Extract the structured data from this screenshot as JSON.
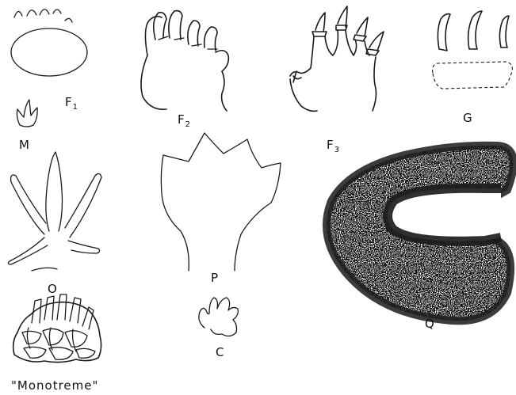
{
  "labels": {
    "f1_main": "F",
    "f1_sub": "1",
    "f2_main": "F",
    "f2_sub": "2",
    "f3_main": "F",
    "f3_sub": "3",
    "g": "G",
    "m": "M",
    "o": "O",
    "p": "P",
    "q": "Q",
    "c": "C",
    "monotreme": "\"Monotreme\""
  },
  "colors": {
    "ink": "#1a1a1a",
    "background": "#ffffff"
  }
}
